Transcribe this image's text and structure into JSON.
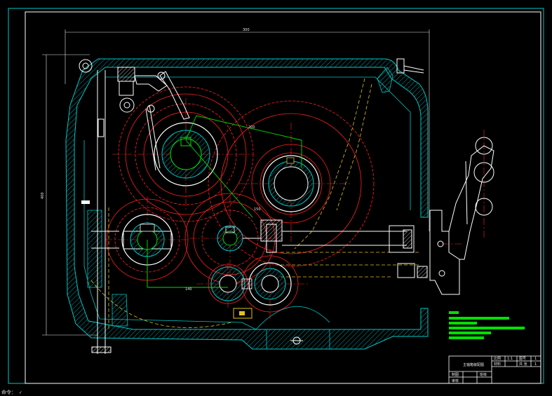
{
  "drawing": {
    "dimensions": {
      "width": "300",
      "height": "400",
      "center_a": "200",
      "center_b": "150",
      "center_c": "140"
    },
    "colors": {
      "background": "#000000",
      "frame": "#ffffff",
      "outer_frame": "#00c8c8",
      "housing": "#00c8c8",
      "gears": "#ff2020",
      "centerline": "#ff2020",
      "hidden": "#e0c020",
      "shafts": "#ffffff",
      "keys": "#00e000",
      "notes": "#00e000"
    },
    "title_block": {
      "title": "主轴箱装配图",
      "ratio_label": "比例",
      "ratio_value": "1:1",
      "sheet_label": "图号",
      "sheet_value": "1",
      "mass_label": "材料",
      "count_label": "共 张",
      "count_value": "1",
      "designer_label": "制图",
      "checker_label": "审核",
      "school_label": "班级"
    },
    "command_line": "命令：  ✓"
  }
}
